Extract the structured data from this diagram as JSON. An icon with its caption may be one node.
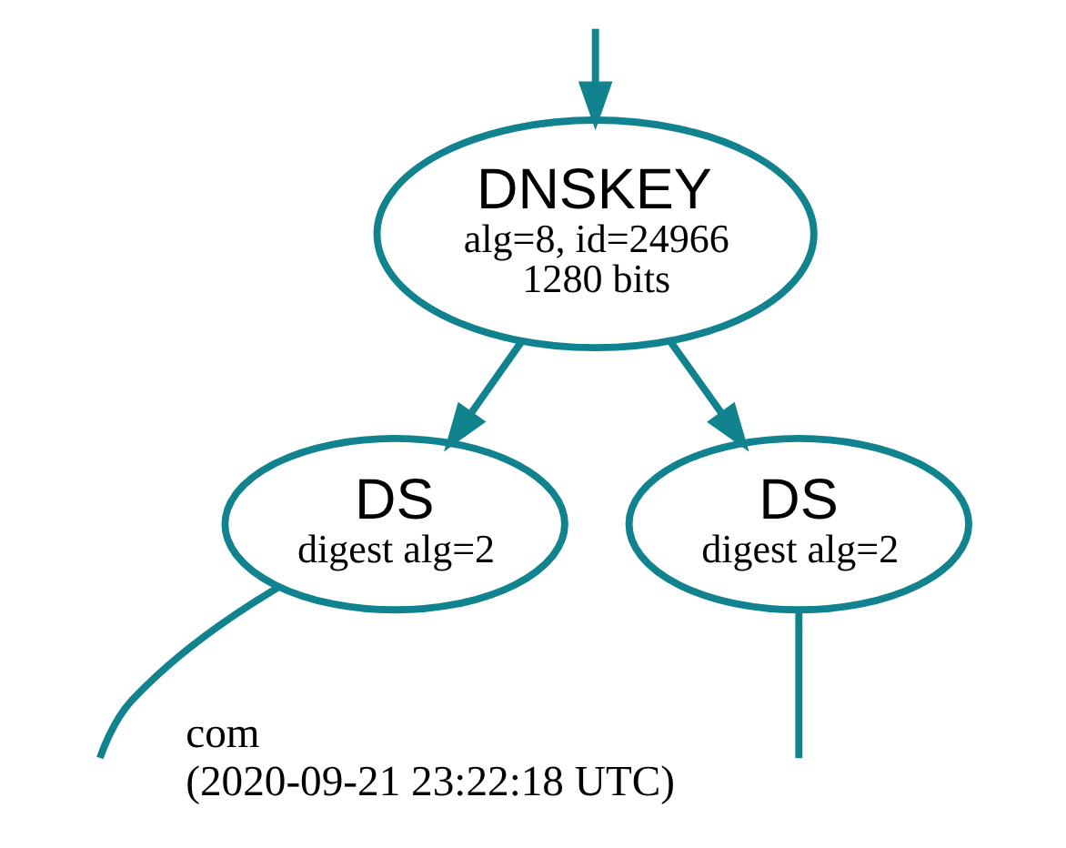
{
  "diagram": {
    "nodes": [
      {
        "text": [
          "DNSKEY",
          "alg=8, id=24966",
          "1280 bits"
        ]
      },
      {
        "text": [
          "DS",
          "digest alg=2"
        ]
      },
      {
        "text": [
          "DS",
          "digest alg=2"
        ]
      }
    ],
    "edges": [
      {
        "from": null,
        "to": 0,
        "arrow": "to"
      },
      {
        "from": 0,
        "to": 1,
        "arrow": "to"
      },
      {
        "from": 0,
        "to": 2,
        "arrow": "to"
      },
      {
        "from": 1,
        "to": null,
        "arrow": "none"
      },
      {
        "from": 2,
        "to": null,
        "arrow": "none"
      }
    ],
    "labels": [
      "com",
      "(2020-09-21 23:22:18 UTC)"
    ]
  }
}
